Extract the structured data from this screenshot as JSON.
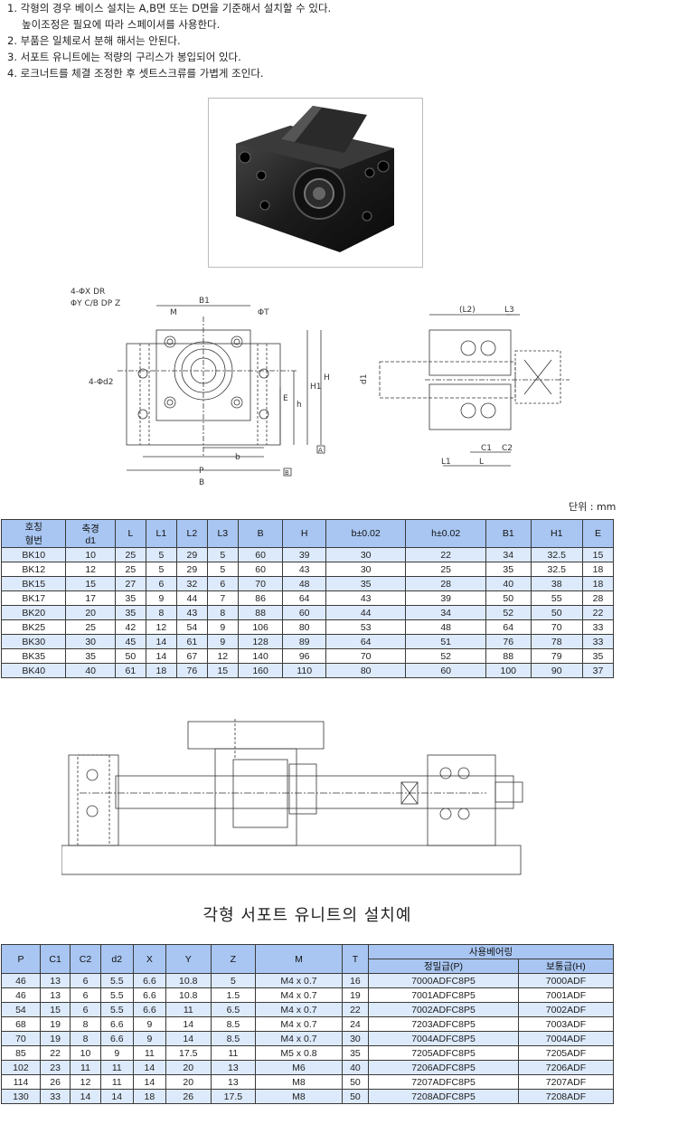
{
  "notes": [
    "1. 각형의 경우 베이스 설치는 A,B면 또는 D면을 기준해서 설치할 수 있다.",
    "높이조정은 필요에 따라 스페이셔를 사용한다.",
    "2. 부품은 일체로서 분해 해서는 안된다.",
    "3. 서포트 유니트에는 적량의 구리스가 봉입되어 있다.",
    "4. 로크너트를 체결 조정한 후 셋트스크류를 가볍게 조인다."
  ],
  "drawing": {
    "front_labels": {
      "x_dr": "4-ΦX  DR",
      "y_cb": "ΦY  C/B  DP Z",
      "d2": "4-Φd2",
      "b1": "B1",
      "m": "M",
      "t": "ΦT",
      "e": "E",
      "h": "h",
      "h1": "H1",
      "H": "H",
      "b": "b",
      "p": "P",
      "B": "B",
      "ref_a": "A",
      "ref_b": "B"
    },
    "side_labels": {
      "l2": "(L2)",
      "l3": "L3",
      "d1": "d1",
      "c1": "C1",
      "c2": "C2",
      "l1": "L1",
      "l": "L"
    }
  },
  "unit_label": "단위 : mm",
  "table1": {
    "headers": [
      "호칭\n형번",
      "축경\nd1",
      "L",
      "L1",
      "L2",
      "L3",
      "B",
      "H",
      "b±0.02",
      "h±0.02",
      "B1",
      "H1",
      "E"
    ],
    "rows": [
      [
        "BK10",
        "10",
        "25",
        "5",
        "29",
        "5",
        "60",
        "39",
        "30",
        "22",
        "34",
        "32.5",
        "15"
      ],
      [
        "BK12",
        "12",
        "25",
        "5",
        "29",
        "5",
        "60",
        "43",
        "30",
        "25",
        "35",
        "32.5",
        "18"
      ],
      [
        "BK15",
        "15",
        "27",
        "6",
        "32",
        "6",
        "70",
        "48",
        "35",
        "28",
        "40",
        "38",
        "18"
      ],
      [
        "BK17",
        "17",
        "35",
        "9",
        "44",
        "7",
        "86",
        "64",
        "43",
        "39",
        "50",
        "55",
        "28"
      ],
      [
        "BK20",
        "20",
        "35",
        "8",
        "43",
        "8",
        "88",
        "60",
        "44",
        "34",
        "52",
        "50",
        "22"
      ],
      [
        "BK25",
        "25",
        "42",
        "12",
        "54",
        "9",
        "106",
        "80",
        "53",
        "48",
        "64",
        "70",
        "33"
      ],
      [
        "BK30",
        "30",
        "45",
        "14",
        "61",
        "9",
        "128",
        "89",
        "64",
        "51",
        "76",
        "78",
        "33"
      ],
      [
        "BK35",
        "35",
        "50",
        "14",
        "67",
        "12",
        "140",
        "96",
        "70",
        "52",
        "88",
        "79",
        "35"
      ],
      [
        "BK40",
        "40",
        "61",
        "18",
        "76",
        "15",
        "160",
        "110",
        "80",
        "60",
        "100",
        "90",
        "37"
      ]
    ]
  },
  "caption": "각형  서포트  유니트의  설치예",
  "table2": {
    "headers": [
      "P",
      "C1",
      "C2",
      "d2",
      "X",
      "Y",
      "Z",
      "M",
      "T"
    ],
    "bearing_header": "사용베어링",
    "sub_headers": [
      "정밀급(P)",
      "보통급(H)"
    ],
    "rows": [
      [
        "46",
        "13",
        "6",
        "5.5",
        "6.6",
        "10.8",
        "5",
        "M4 x 0.7",
        "16",
        "7000ADFC8P5",
        "7000ADF"
      ],
      [
        "46",
        "13",
        "6",
        "5.5",
        "6.6",
        "10.8",
        "1.5",
        "M4 x 0.7",
        "19",
        "7001ADFC8P5",
        "7001ADF"
      ],
      [
        "54",
        "15",
        "6",
        "5.5",
        "6.6",
        "11",
        "6.5",
        "M4 x 0.7",
        "22",
        "7002ADFC8P5",
        "7002ADF"
      ],
      [
        "68",
        "19",
        "8",
        "6.6",
        "9",
        "14",
        "8.5",
        "M4 x 0.7",
        "24",
        "7203ADFC8P5",
        "7003ADF"
      ],
      [
        "70",
        "19",
        "8",
        "6.6",
        "9",
        "14",
        "8.5",
        "M4 x 0.7",
        "30",
        "7004ADFC8P5",
        "7004ADF"
      ],
      [
        "85",
        "22",
        "10",
        "9",
        "11",
        "17.5",
        "11",
        "M5 x 0.8",
        "35",
        "7205ADFC8P5",
        "7205ADF"
      ],
      [
        "102",
        "23",
        "11",
        "11",
        "14",
        "20",
        "13",
        "M6",
        "40",
        "7206ADFC8P5",
        "7206ADF"
      ],
      [
        "114",
        "26",
        "12",
        "11",
        "14",
        "20",
        "13",
        "M8",
        "50",
        "7207ADFC8P5",
        "7207ADF"
      ],
      [
        "130",
        "33",
        "14",
        "14",
        "18",
        "26",
        "17.5",
        "M8",
        "50",
        "7208ADFC8P5",
        "7208ADF"
      ]
    ]
  },
  "colors": {
    "header_bg": "#a9c6f2",
    "alt_row_bg": "#ddeafc"
  }
}
